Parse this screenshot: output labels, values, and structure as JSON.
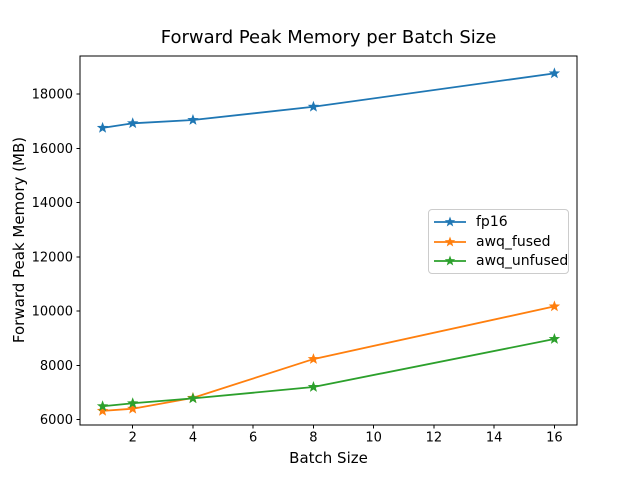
{
  "figure": {
    "background": "#ffffff",
    "text_color": "#000000",
    "axis_color": "#000000"
  },
  "chart_data": {
    "type": "line",
    "title": "Forward Peak Memory per Batch Size",
    "xlabel": "Batch Size",
    "ylabel": "Forward Peak Memory (MB)",
    "x": [
      1,
      2,
      4,
      8,
      16
    ],
    "series": [
      {
        "name": "fp16",
        "color": "#1f77b4",
        "values": [
          16750,
          16920,
          17040,
          17530,
          18760
        ]
      },
      {
        "name": "awq_fused",
        "color": "#ff7f0e",
        "values": [
          6320,
          6400,
          6800,
          8230,
          10170
        ]
      },
      {
        "name": "awq_unfused",
        "color": "#2ca02c",
        "values": [
          6490,
          6600,
          6780,
          7200,
          8970
        ]
      }
    ],
    "marker": "star",
    "xlim": [
      0.25,
      16.75
    ],
    "ylim": [
      5800,
      19400
    ],
    "xticks": [
      2,
      4,
      6,
      8,
      10,
      12,
      14,
      16
    ],
    "yticks": [
      6000,
      8000,
      10000,
      12000,
      14000,
      16000,
      18000
    ],
    "grid": false,
    "legend": {
      "position": "center-right",
      "border_color": "#cccccc",
      "entries": [
        "fp16",
        "awq_fused",
        "awq_unfused"
      ]
    }
  }
}
